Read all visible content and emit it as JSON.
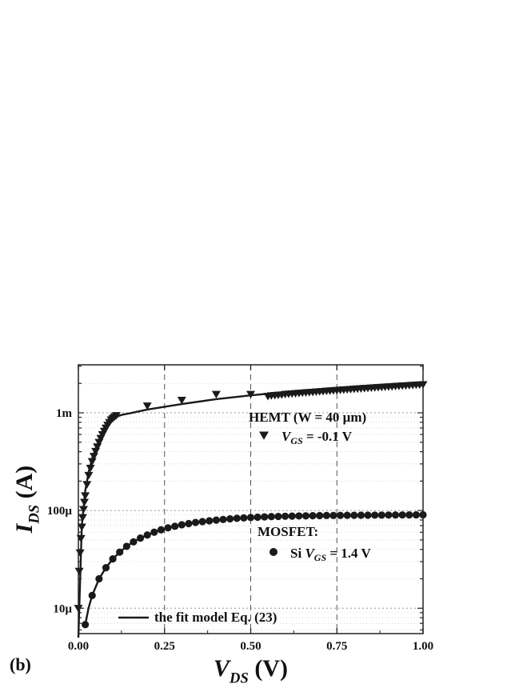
{
  "panel_label": "(b)",
  "chart_data": {
    "type": "scatter",
    "xlabel": {
      "main": "V",
      "sub": "DS",
      "unit": " (V)"
    },
    "ylabel": {
      "main": "I",
      "sub": "DS",
      "unit": " (A)"
    },
    "x_ticks": [
      {
        "value": 0.0,
        "label": "0.00"
      },
      {
        "value": 0.25,
        "label": "0.25"
      },
      {
        "value": 0.5,
        "label": "0.50"
      },
      {
        "value": 0.75,
        "label": "0.75"
      },
      {
        "value": 1.0,
        "label": "1.00"
      }
    ],
    "y_ticks": [
      {
        "value": 1e-05,
        "label": "10µ"
      },
      {
        "value": 0.0001,
        "label": "100µ"
      },
      {
        "value": 0.001,
        "label": "1m"
      }
    ],
    "xlim": [
      0.0,
      1.0
    ],
    "ylim": [
      5.5e-06,
      0.0031
    ],
    "y_scale": "log",
    "grid": "dashed vertical at 0.25, 0.50, 0.75; dotted horizontal minor",
    "legend": [
      {
        "key": "hemt_header",
        "text": "HEMT (W = 40 μm)"
      },
      {
        "key": "hemt",
        "pre": "",
        "main": "V",
        "sub": "GS",
        "post": " = -0.1 V"
      },
      {
        "key": "mos_header",
        "text": "MOSFET:"
      },
      {
        "key": "mos",
        "pre": "Si ",
        "main": "V",
        "sub": "GS",
        "post": " = 1.4 V"
      },
      {
        "key": "fit",
        "text": "the fit model Eq. (23)"
      }
    ],
    "series": [
      {
        "name": "HEMT (W = 40 μm) VGS = -0.1 V",
        "marker": "triangle-down",
        "x": [
          0.0,
          0.0025,
          0.005,
          0.0075,
          0.01,
          0.0125,
          0.015,
          0.0175,
          0.02,
          0.025,
          0.03,
          0.035,
          0.04,
          0.045,
          0.05,
          0.055,
          0.06,
          0.065,
          0.07,
          0.075,
          0.08,
          0.085,
          0.09,
          0.095,
          0.1,
          0.105,
          0.11,
          0.2,
          0.3,
          0.4,
          0.5,
          0.55,
          0.56,
          0.57,
          0.58,
          0.59,
          0.6,
          0.61,
          0.62,
          0.63,
          0.64,
          0.65,
          0.66,
          0.67,
          0.68,
          0.69,
          0.7,
          0.71,
          0.72,
          0.73,
          0.74,
          0.75,
          0.76,
          0.77,
          0.78,
          0.79,
          0.8,
          0.81,
          0.82,
          0.83,
          0.84,
          0.85,
          0.86,
          0.87,
          0.88,
          0.89,
          0.9,
          0.91,
          0.92,
          0.93,
          0.94,
          0.95,
          0.96,
          0.97,
          0.98,
          0.99,
          1.0
        ],
        "y": [
          1e-05,
          2.4e-05,
          3.7e-05,
          5.2e-05,
          6.8e-05,
          8.5e-05,
          0.000103,
          0.000122,
          0.000142,
          0.000185,
          0.00023,
          0.000272,
          0.000318,
          0.00036,
          0.000405,
          0.00045,
          0.0005,
          0.00055,
          0.0006,
          0.00065,
          0.0007,
          0.00075,
          0.0008,
          0.00085,
          0.00088,
          0.00091,
          0.00094,
          0.00118,
          0.00135,
          0.00155,
          0.00155,
          0.00148,
          0.0015,
          0.00151,
          0.00152,
          0.00153,
          0.00155,
          0.00156,
          0.00157,
          0.00158,
          0.00159,
          0.0016,
          0.00161,
          0.00162,
          0.00163,
          0.00164,
          0.00165,
          0.00166,
          0.00167,
          0.00168,
          0.00169,
          0.0017,
          0.00171,
          0.00172,
          0.00173,
          0.00174,
          0.00175,
          0.00176,
          0.00177,
          0.00178,
          0.00179,
          0.0018,
          0.00181,
          0.00182,
          0.00183,
          0.00184,
          0.00185,
          0.00186,
          0.00187,
          0.00188,
          0.00189,
          0.0019,
          0.00191,
          0.00192,
          0.00193,
          0.00194,
          0.00195
        ]
      },
      {
        "name": "MOSFET: Si VGS = 1.4 V",
        "marker": "circle",
        "x": [
          0.02,
          0.04,
          0.06,
          0.08,
          0.1,
          0.12,
          0.14,
          0.16,
          0.18,
          0.2,
          0.22,
          0.24,
          0.26,
          0.28,
          0.3,
          0.32,
          0.34,
          0.36,
          0.38,
          0.4,
          0.42,
          0.44,
          0.46,
          0.48,
          0.5,
          0.52,
          0.54,
          0.56,
          0.58,
          0.6,
          0.62,
          0.64,
          0.66,
          0.68,
          0.7,
          0.72,
          0.74,
          0.76,
          0.78,
          0.8,
          0.82,
          0.84,
          0.86,
          0.88,
          0.9,
          0.92,
          0.94,
          0.96,
          0.98,
          1.0
        ],
        "y": [
          6.8e-06,
          1.35e-05,
          2e-05,
          2.6e-05,
          3.2e-05,
          3.75e-05,
          4.3e-05,
          4.78e-05,
          5.22e-05,
          5.62e-05,
          6e-05,
          6.35e-05,
          6.65e-05,
          6.9e-05,
          7.15e-05,
          7.35e-05,
          7.55e-05,
          7.7e-05,
          7.85e-05,
          7.98e-05,
          8.1e-05,
          8.22e-05,
          8.32e-05,
          8.4e-05,
          8.48e-05,
          8.55e-05,
          8.61e-05,
          8.66e-05,
          8.7e-05,
          8.74e-05,
          8.77e-05,
          8.8e-05,
          8.82e-05,
          8.85e-05,
          8.87e-05,
          8.89e-05,
          8.9e-05,
          8.92e-05,
          8.93e-05,
          8.94e-05,
          8.95e-05,
          8.96e-05,
          8.97e-05,
          8.98e-05,
          8.99e-05,
          9e-05,
          9.01e-05,
          9.02e-05,
          9.03e-05,
          9.04e-05
        ]
      },
      {
        "name": "the fit model Eq. (23)",
        "marker": "line",
        "x": [
          0.0,
          0.01,
          0.02,
          0.03,
          0.04,
          0.05,
          0.06,
          0.07,
          0.08,
          0.09,
          0.1,
          0.11,
          0.12,
          0.13,
          0.15,
          0.2,
          0.3,
          0.4,
          0.5,
          0.6,
          0.7,
          0.8,
          0.9,
          1.0
        ],
        "y": [
          5e-06,
          7e-05,
          0.00016,
          0.00025,
          0.00034,
          0.00043,
          0.00052,
          0.00061,
          0.00069,
          0.00077,
          0.00084,
          0.0009,
          0.00094,
          0.00096,
          0.00099,
          0.00108,
          0.00123,
          0.00138,
          0.00151,
          0.00163,
          0.00175,
          0.00186,
          0.00196,
          0.00205
        ]
      },
      {
        "name": "MOSFET fit",
        "marker": "line",
        "x": [
          0.02,
          0.03,
          0.04,
          0.06,
          0.08,
          0.1,
          0.12,
          0.14,
          0.16,
          0.18,
          0.2,
          0.22,
          0.24,
          0.26,
          0.28,
          0.3,
          0.34,
          0.38,
          0.42,
          0.46,
          0.5,
          0.6,
          0.7,
          0.8,
          0.9,
          1.0
        ],
        "y": [
          6.8e-06,
          1.02e-05,
          1.35e-05,
          2e-05,
          2.6e-05,
          3.2e-05,
          3.75e-05,
          4.3e-05,
          4.78e-05,
          5.22e-05,
          5.62e-05,
          6e-05,
          6.35e-05,
          6.65e-05,
          6.9e-05,
          7.15e-05,
          7.55e-05,
          7.85e-05,
          8.1e-05,
          8.32e-05,
          8.48e-05,
          8.74e-05,
          8.87e-05,
          8.94e-05,
          8.99e-05,
          9.04e-05
        ]
      }
    ]
  }
}
